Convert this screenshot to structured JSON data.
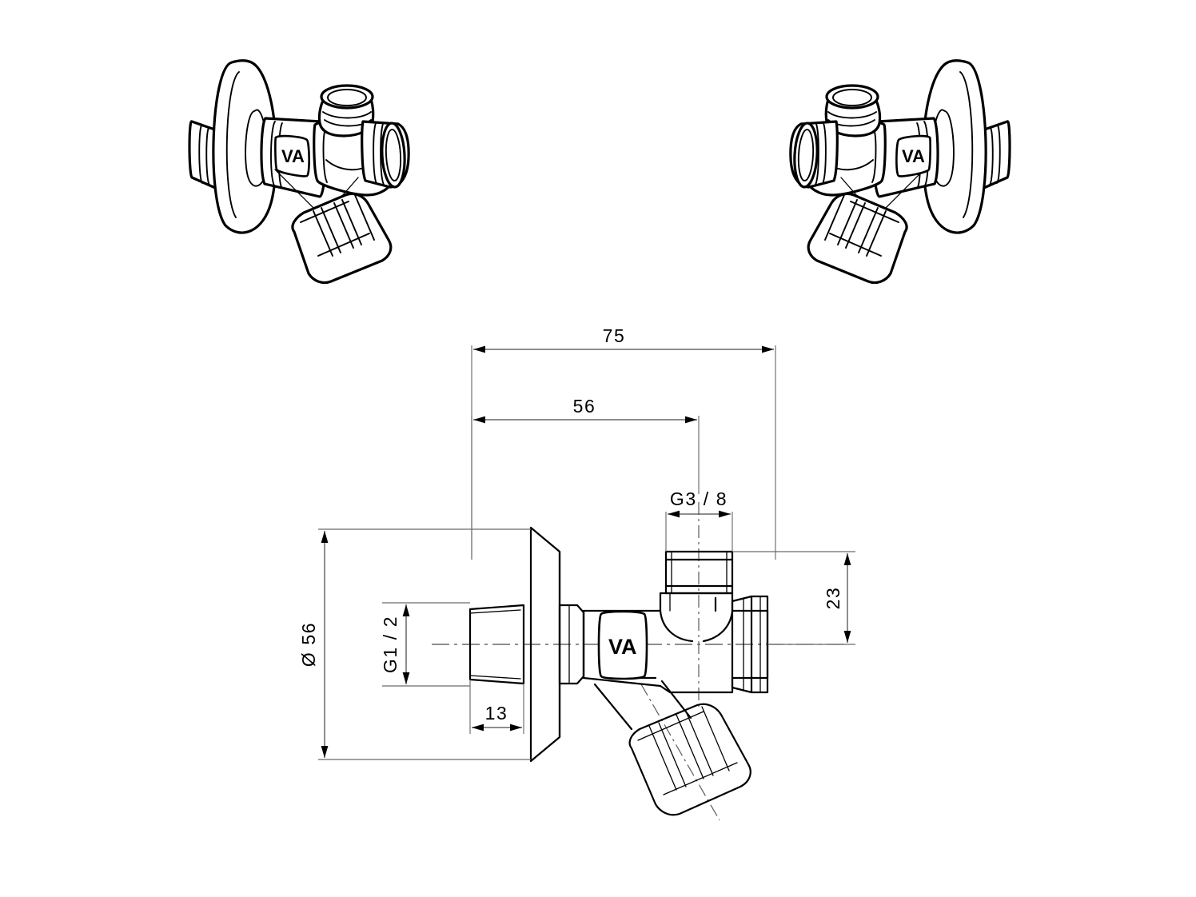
{
  "drawing": {
    "title": "Angle valve technical drawing",
    "background_color": "#ffffff",
    "line_color": "#000000",
    "dimension_color": "#4a4a4a",
    "views": [
      {
        "id": "iso-left",
        "name": "isometric-view-left",
        "brand_label": "VA"
      },
      {
        "id": "iso-right",
        "name": "isometric-view-right",
        "brand_label": "VA"
      },
      {
        "id": "section",
        "name": "cross-section-view",
        "brand_label": "VA"
      }
    ]
  },
  "brand": {
    "label": "VA"
  },
  "dimensions": {
    "overall_length": "75",
    "length_to_outlet": "56",
    "top_thread": "G3 / 8",
    "inlet_thread": "G1 / 2",
    "flange_diameter": "Ø 56",
    "nipple_length": "13",
    "outlet_height": "23"
  },
  "dimension_list": [
    {
      "name": "overall-length",
      "value": "75",
      "orientation": "horizontal"
    },
    {
      "name": "outlet-distance",
      "value": "56",
      "orientation": "horizontal"
    },
    {
      "name": "top-thread-size",
      "value": "G3 / 8",
      "orientation": "horizontal"
    },
    {
      "name": "nipple-length",
      "value": "13",
      "orientation": "horizontal"
    },
    {
      "name": "flange-diameter",
      "value": "Ø 56",
      "orientation": "vertical"
    },
    {
      "name": "inlet-thread-size",
      "value": "G1 / 2",
      "orientation": "vertical"
    },
    {
      "name": "outlet-height",
      "value": "23",
      "orientation": "vertical"
    }
  ]
}
